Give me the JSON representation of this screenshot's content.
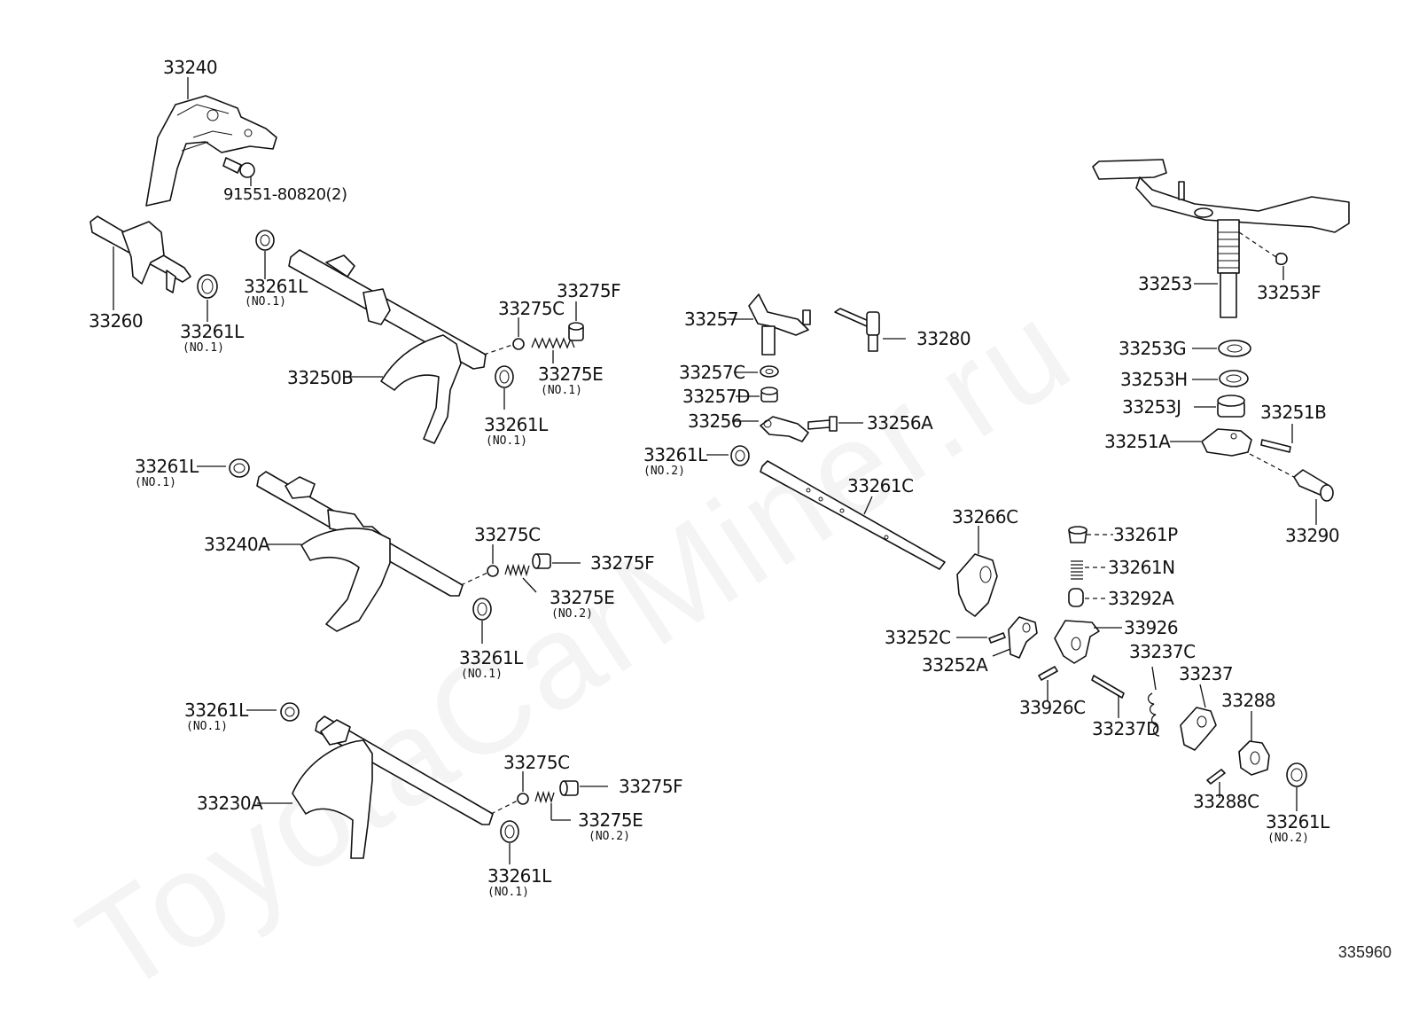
{
  "watermark": "ToyotaCarMiner.ru",
  "ref_code": "335960",
  "labels": [
    {
      "id": "33240",
      "text": "33240"
    },
    {
      "id": "91551",
      "text": "91551-80820(2)"
    },
    {
      "id": "33260",
      "text": "33260"
    },
    {
      "id": "33261L_a",
      "text": "33261L",
      "sub": "(NO.1)"
    },
    {
      "id": "33261L_b",
      "text": "33261L",
      "sub": "(NO.1)"
    },
    {
      "id": "33275F_a",
      "text": "33275F"
    },
    {
      "id": "33275C_a",
      "text": "33275C"
    },
    {
      "id": "33275E_a",
      "text": "33275E",
      "sub": "(NO.1)"
    },
    {
      "id": "33250B",
      "text": "33250B"
    },
    {
      "id": "33261L_c",
      "text": "33261L",
      "sub": "(NO.1)"
    },
    {
      "id": "33261L_d",
      "text": "33261L",
      "sub": "(NO.1)"
    },
    {
      "id": "33240A",
      "text": "33240A"
    },
    {
      "id": "33275C_b",
      "text": "33275C"
    },
    {
      "id": "33275F_b",
      "text": "33275F"
    },
    {
      "id": "33275E_b",
      "text": "33275E",
      "sub": "(NO.2)"
    },
    {
      "id": "33261L_e",
      "text": "33261L",
      "sub": "(NO.1)"
    },
    {
      "id": "33261L_f",
      "text": "33261L",
      "sub": "(NO.1)"
    },
    {
      "id": "33230A",
      "text": "33230A"
    },
    {
      "id": "33275C_c",
      "text": "33275C"
    },
    {
      "id": "33275F_c",
      "text": "33275F"
    },
    {
      "id": "33275E_c",
      "text": "33275E",
      "sub": "(NO.2)"
    },
    {
      "id": "33261L_g",
      "text": "33261L",
      "sub": "(NO.1)"
    },
    {
      "id": "33257",
      "text": "33257"
    },
    {
      "id": "33280",
      "text": "33280"
    },
    {
      "id": "33257C",
      "text": "33257C"
    },
    {
      "id": "33257D",
      "text": "33257D"
    },
    {
      "id": "33256",
      "text": "33256"
    },
    {
      "id": "33256A",
      "text": "33256A"
    },
    {
      "id": "33261L_h",
      "text": "33261L",
      "sub": "(NO.2)"
    },
    {
      "id": "33261C",
      "text": "33261C"
    },
    {
      "id": "33266C",
      "text": "33266C"
    },
    {
      "id": "33252C",
      "text": "33252C"
    },
    {
      "id": "33252A",
      "text": "33252A"
    },
    {
      "id": "33253",
      "text": "33253"
    },
    {
      "id": "33253F",
      "text": "33253F"
    },
    {
      "id": "33253G",
      "text": "33253G"
    },
    {
      "id": "33253H",
      "text": "33253H"
    },
    {
      "id": "33253J",
      "text": "33253J"
    },
    {
      "id": "33251B",
      "text": "33251B"
    },
    {
      "id": "33251A",
      "text": "33251A"
    },
    {
      "id": "33290",
      "text": "33290"
    },
    {
      "id": "33261P",
      "text": "33261P"
    },
    {
      "id": "33261N",
      "text": "33261N"
    },
    {
      "id": "33292A",
      "text": "33292A"
    },
    {
      "id": "33926",
      "text": "33926"
    },
    {
      "id": "33237C",
      "text": "33237C"
    },
    {
      "id": "33237",
      "text": "33237"
    },
    {
      "id": "33926C",
      "text": "33926C"
    },
    {
      "id": "33237D",
      "text": "33237D"
    },
    {
      "id": "33288",
      "text": "33288"
    },
    {
      "id": "33288C",
      "text": "33288C"
    },
    {
      "id": "33261L_i",
      "text": "33261L",
      "sub": "(NO.2)"
    }
  ]
}
